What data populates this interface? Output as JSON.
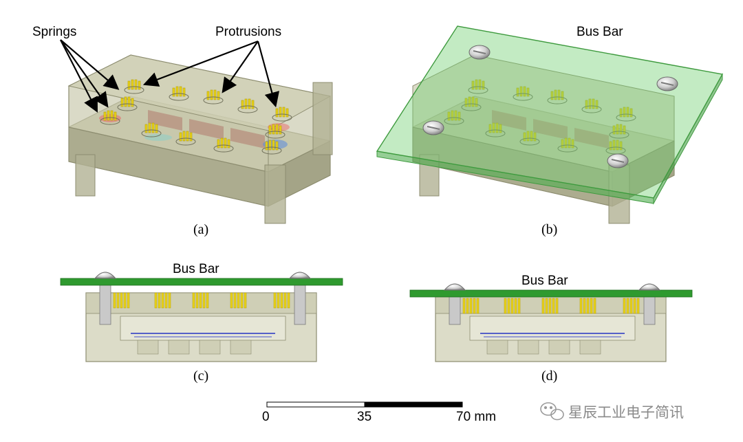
{
  "panel_a": {
    "label_springs": "Springs",
    "label_protrusions": "Protrusions",
    "caption": "(a)"
  },
  "panel_b": {
    "label_busbar": "Bus Bar",
    "caption": "(b)"
  },
  "panel_c": {
    "label_busbar": "Bus Bar",
    "caption": "(c)"
  },
  "panel_d": {
    "label_busbar": "Bus Bar",
    "caption": "(d)"
  },
  "scale_bar": {
    "tick_0": "0",
    "tick_35": "35",
    "tick_70": "70 mm"
  },
  "watermark": {
    "text": "星辰工业电子简讯",
    "icon": "wechat-icon"
  },
  "colors": {
    "housing": "#b9b99a",
    "housing_edge": "#8d8d70",
    "spring": "#e8d21a",
    "busbar": "#2f9a2f",
    "busbar_translucent": "#7fcf7f",
    "screw": "#d9d9d9"
  }
}
